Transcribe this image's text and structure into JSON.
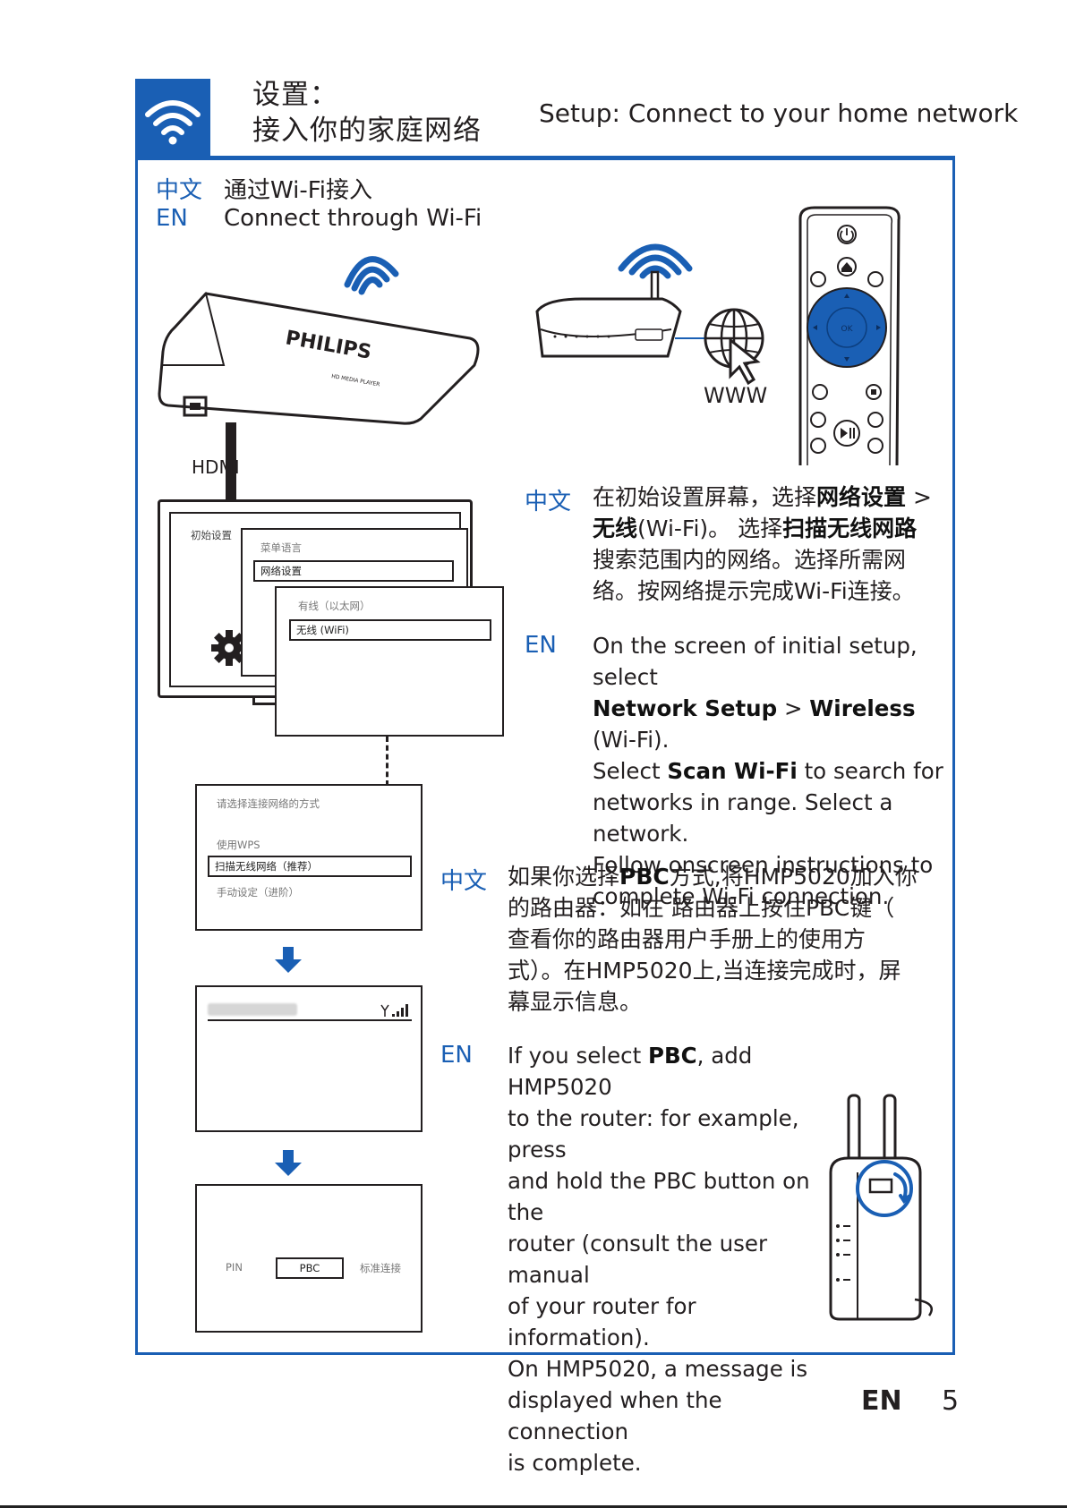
{
  "header": {
    "title_cn_line1": "设置：",
    "title_cn_line2": "接入你的家庭网络",
    "title_en": "Setup: Connect to your home network",
    "icon": "wifi-icon"
  },
  "section": {
    "cn_tag": "中文",
    "cn_title": "通过Wi-Fi接入",
    "en_tag": "EN",
    "en_title": "Connect through Wi-Fi"
  },
  "device": {
    "brand": "PHILIPS",
    "model_label": "HD MEDIA PLAYER",
    "hdmi_label": "HDMI"
  },
  "router_label": "WWW",
  "remote": {
    "ok_label": "OK"
  },
  "tv_screen": {
    "title": "初始设置",
    "item1": "菜单语言",
    "item2": "网络设置"
  },
  "network_screen": {
    "item1": "有线（以太网）",
    "item2": "无线 (WiFi)"
  },
  "connect_screen": {
    "prompt": "请选择连接网络的方式",
    "opt1": "使用WPS",
    "opt2": "扫描无线网络（推荐）",
    "opt3": "手动设定（进阶）"
  },
  "pbc_screen": {
    "pin": "PIN",
    "pbc": "PBC",
    "standard": "标准连接"
  },
  "step1": {
    "cn_tag": "中文",
    "cn_a": "在初始设置屏幕，选择",
    "cn_b": "网络设置",
    "cn_c": " >",
    "cn_d": "无线",
    "cn_e": "(Wi-Fi)。 选择",
    "cn_f": "扫描无线网路",
    "cn_g": "搜索范围内的网络。选择所需网",
    "cn_h": "络。按网络提示完成Wi-Fi连接。",
    "en_tag": "EN",
    "en_a": "On the screen of initial setup, select",
    "en_b": "Network Setup",
    "en_c": " > ",
    "en_d": "Wireless",
    "en_e": " (Wi-Fi).",
    "en_f": "Select ",
    "en_g": "Scan Wi-Fi",
    "en_h": " to search for",
    "en_i": "networks in range. Select a network.",
    "en_j": "Follow onscreen instructions to",
    "en_k": "complete Wi-Fi connection."
  },
  "step2": {
    "cn_tag": "中文",
    "cn_a": "如果你选择",
    "cn_b": "PBC",
    "cn_c": "方式,将HMP5020加入你",
    "cn_d": "的路由器：如在 路由器上按住PBC键（",
    "cn_e": "查看你的路由器用户手册上的使用方",
    "cn_f": "式）。在HMP5020上,当连接完成时，屏",
    "cn_g": "幕显示信息。",
    "en_tag": "EN",
    "en_a": "If you select ",
    "en_b": "PBC",
    "en_c": ", add HMP5020",
    "en_d": "to the router: for example, press",
    "en_e": "and hold the PBC button on the",
    "en_f": "router (consult the user manual",
    "en_g": "of your router for information).",
    "en_h": "On HMP5020, a message is",
    "en_i": "displayed when the connection",
    "en_j": "is complete."
  },
  "footer": {
    "lang": "EN",
    "page": "5"
  },
  "colors": {
    "accent": "#1a5fb4",
    "text": "#231f20"
  }
}
